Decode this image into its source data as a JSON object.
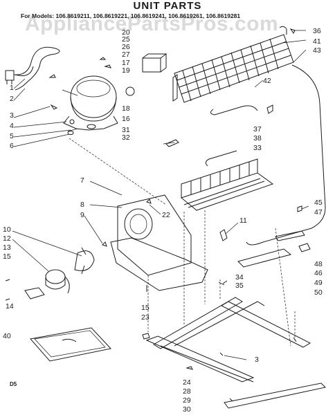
{
  "diagram": {
    "title": "UNIT PARTS",
    "models_line": "For Models: 106.8619211, 106.8619221, 106.8619241, 106.8619261, 106.8619281",
    "watermark": "AppliancePartsPros.com",
    "page_code": "D5",
    "callouts": {
      "c1": "1",
      "c2": "2",
      "c3a": "3",
      "c4": "4",
      "c5": "5",
      "c6": "6",
      "c7": "7",
      "c8": "8",
      "c9": "9",
      "c10": "10",
      "c11": "11",
      "c12": "12",
      "c13": "13",
      "c14": "14",
      "c15a": "15",
      "c15b": "15",
      "c16": "16",
      "c17": "17",
      "c18": "18",
      "c19": "19",
      "c20": "20",
      "c22": "22",
      "c23": "23",
      "c24": "24",
      "c25": "25",
      "c26": "26",
      "c27": "27",
      "c28": "28",
      "c29": "29",
      "c30": "30",
      "c31": "31",
      "c32": "32",
      "c33": "33",
      "c34": "34",
      "c35": "35",
      "c36": "36",
      "c37": "37",
      "c38": "38",
      "c40": "40",
      "c41": "41",
      "c42": "42",
      "c43": "43",
      "c45": "45",
      "c46": "46",
      "c47": "47",
      "c48": "48",
      "c49": "49",
      "c50": "50",
      "c3b": "3"
    }
  }
}
